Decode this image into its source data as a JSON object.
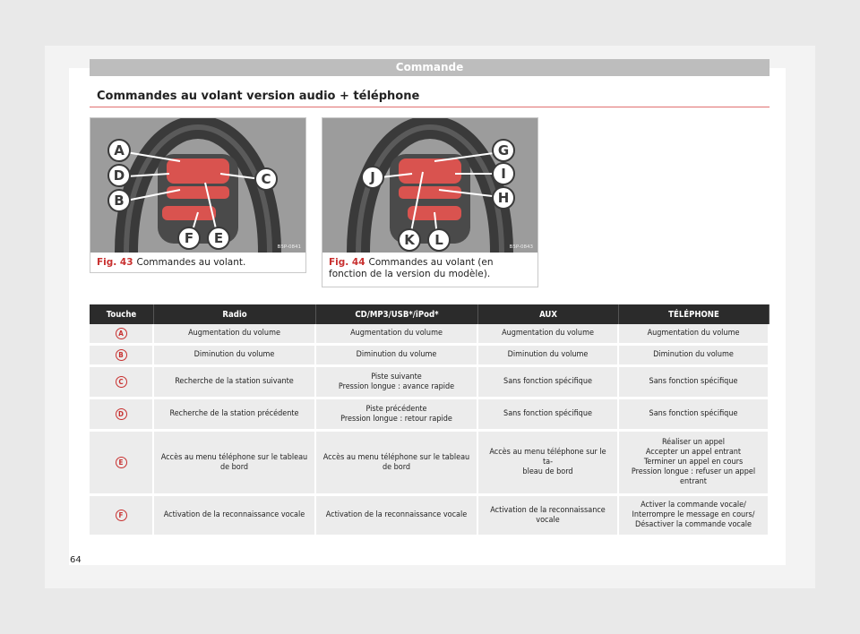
{
  "header": {
    "title": "Commande"
  },
  "section": {
    "title": "Commandes au volant version audio + téléphone"
  },
  "figures": [
    {
      "number": "Fig. 43",
      "caption": "Commandes au volant.",
      "code": "B5P-0841",
      "callouts": [
        "A",
        "D",
        "C",
        "B",
        "F",
        "E"
      ]
    },
    {
      "number": "Fig. 44",
      "caption": "Commandes au volant (en fonction de la version du modèle).",
      "code": "B5P-0843",
      "callouts": [
        "G",
        "J",
        "I",
        "H",
        "K",
        "L"
      ]
    }
  ],
  "table": {
    "headers": [
      "Touche",
      "Radio",
      "CD/MP3/USB*/iPod*",
      "AUX",
      "TÉLÉPHONE"
    ],
    "rows": [
      {
        "key": "A",
        "cells": [
          "Augmentation du volume",
          "Augmentation du volume",
          "Augmentation du volume",
          "Augmentation du volume"
        ]
      },
      {
        "key": "B",
        "cells": [
          "Diminution du volume",
          "Diminution du volume",
          "Diminution du volume",
          "Diminution du volume"
        ]
      },
      {
        "key": "C",
        "cells": [
          "Recherche de la station suivante",
          "Piste suivante\nPression longue : avance rapide",
          "Sans fonction spécifique",
          "Sans fonction spécifique"
        ]
      },
      {
        "key": "D",
        "cells": [
          "Recherche de la station précédente",
          "Piste précédente\nPression longue : retour rapide",
          "Sans fonction spécifique",
          "Sans fonction spécifique"
        ]
      },
      {
        "key": "E",
        "cells": [
          "Accès au menu téléphone sur le tableau de bord",
          "Accès au menu téléphone sur le tableau de bord",
          "Accès au menu téléphone sur le ta-\nbleau de bord",
          "Réaliser un appel\nAccepter un appel entrant\nTerminer un appel en cours\nPression longue : refuser un appel entrant"
        ]
      },
      {
        "key": "F",
        "cells": [
          "Activation de la reconnaissance vocale",
          "Activation de la reconnaissance vocale",
          "Activation de la reconnaissance vocale",
          "Activer la commande vocale/\nInterrompre le message en cours/\nDésactiver la commande vocale"
        ]
      }
    ]
  },
  "page": {
    "number": "64"
  },
  "colors": {
    "accent": "#c8302f",
    "table_header": "#2b2b2b",
    "header_bar": "#bdbdbd"
  }
}
